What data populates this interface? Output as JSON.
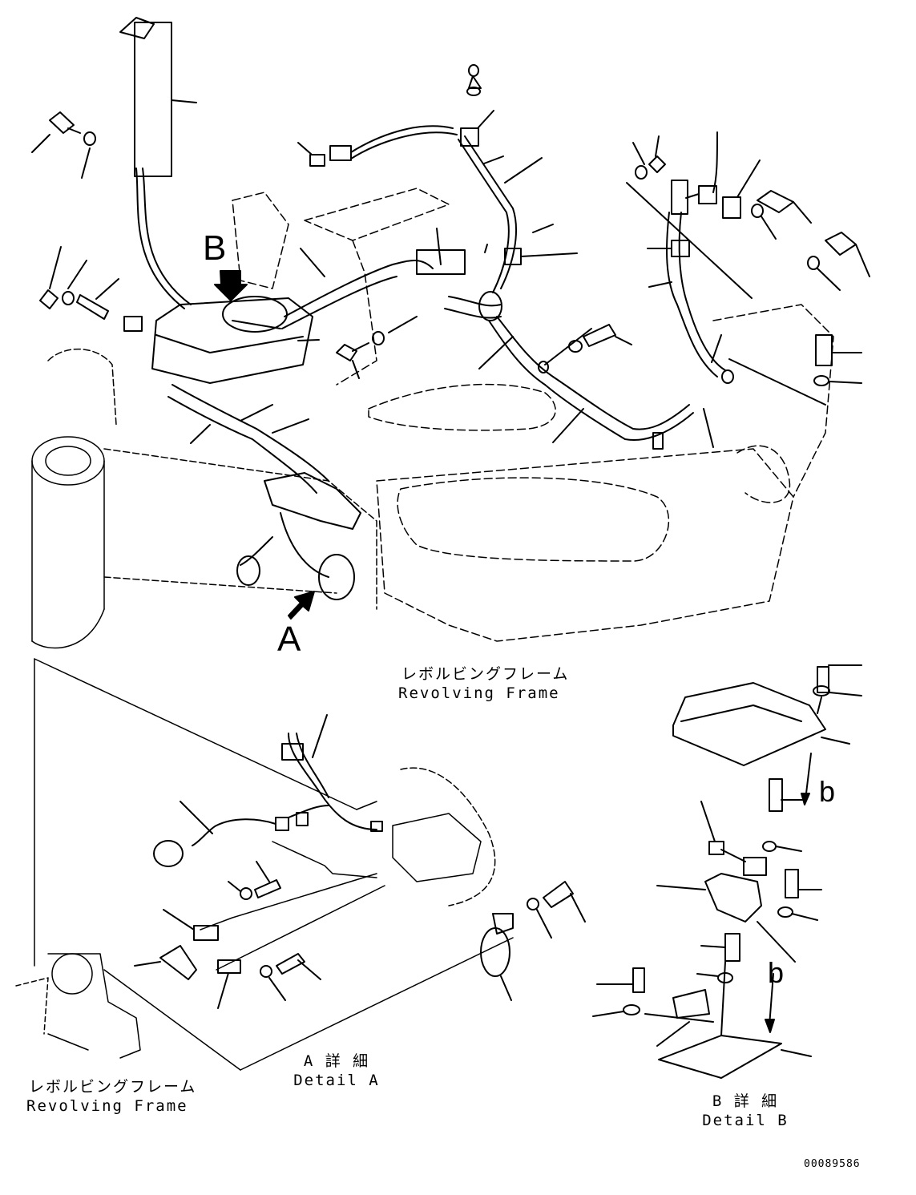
{
  "callouts": {
    "view_a": "A",
    "view_b": "B",
    "arrow_b1": "b",
    "arrow_b2": "b"
  },
  "captions": {
    "frame_top_jp": "レボルビングフレーム",
    "frame_top_en": "Revolving Frame",
    "frame_bottom_jp": "レボルビングフレーム",
    "frame_bottom_en": "Revolving Frame",
    "detail_a_jp": "A 詳 細",
    "detail_a_en": "Detail A",
    "detail_b_jp": "B 詳 細",
    "detail_b_en": "Detail B"
  },
  "document_id": "00089586"
}
